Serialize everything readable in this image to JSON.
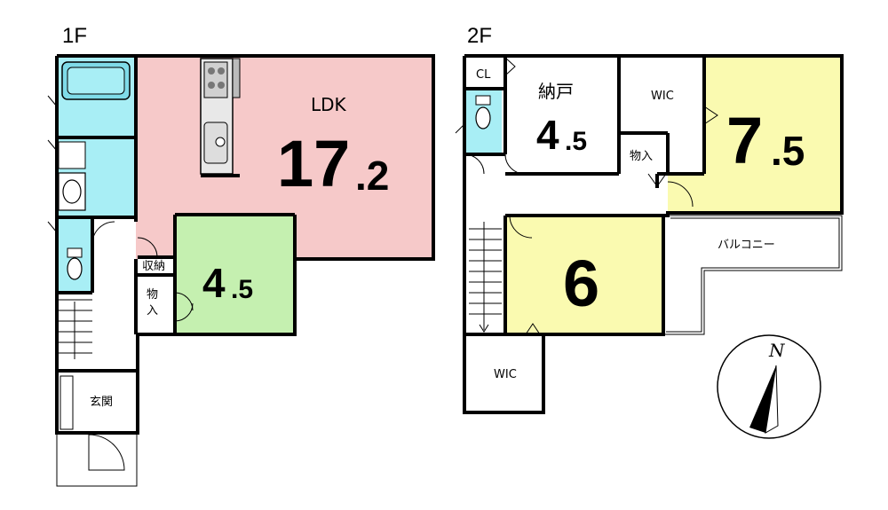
{
  "floors": {
    "first": {
      "label": "1F",
      "ldk_label": "LDK",
      "ldk_size_main": "17",
      "ldk_size_decimal": ".2",
      "room_main": "4",
      "room_decimal": ".5",
      "storage_label": "収納",
      "closet_label_1": "物",
      "closet_label_2": "入",
      "entrance_label": "玄関"
    },
    "second": {
      "label": "2F",
      "cl_label": "CL",
      "nando_label": "納戸",
      "nando_main": "4",
      "nando_decimal": ".5",
      "wic_top_label": "WIC",
      "closet_label": "物入",
      "room_large_main": "7",
      "room_large_decimal": ".5",
      "room_six": "6",
      "balcony_label": "バルコニー",
      "wic_bottom_label": "WIC"
    }
  },
  "compass": {
    "north_label": "N"
  },
  "colors": {
    "ldk": "#f6c9c9",
    "wet_area": "#a8eef5",
    "japanese_room": "#c5f0b0",
    "bedroom": "#fafab0"
  }
}
